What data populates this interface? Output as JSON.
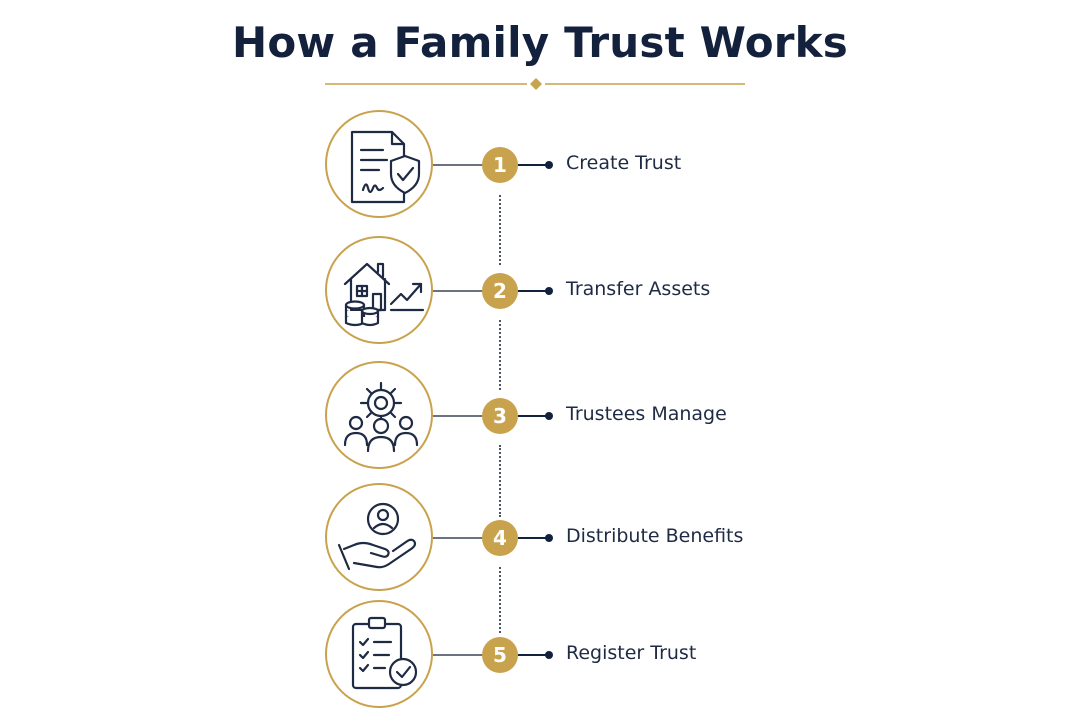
{
  "title": "How a Family Trust Works",
  "colors": {
    "gold": "#c9a24d",
    "navy": "#14213d"
  },
  "steps": [
    {
      "number": "1",
      "label": "Create Trust",
      "icon": "document-shield-icon"
    },
    {
      "number": "2",
      "label": "Transfer Assets",
      "icon": "house-coins-growth-icon"
    },
    {
      "number": "3",
      "label": "Trustees Manage",
      "icon": "people-gear-icon"
    },
    {
      "number": "4",
      "label": "Distribute Benefits",
      "icon": "hand-person-icon"
    },
    {
      "number": "5",
      "label": "Register Trust",
      "icon": "clipboard-check-icon"
    }
  ]
}
